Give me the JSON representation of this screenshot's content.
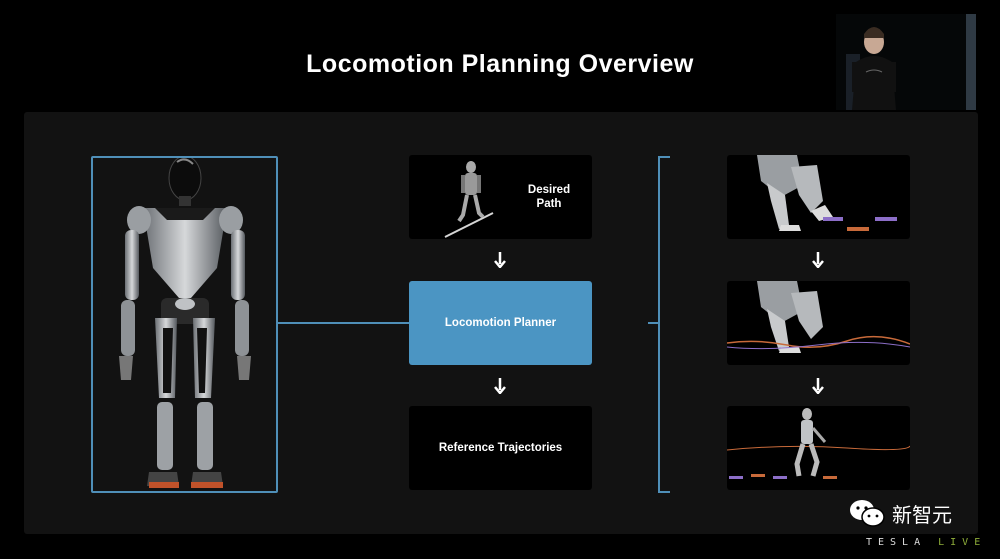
{
  "slide": {
    "title": "Locomotion Planning Overview",
    "desired_path": "Desired\nPath",
    "planner": "Locomotion Planner",
    "reference": "Reference Trajectories"
  },
  "colors": {
    "accent_blue": "#4f8fb8",
    "planner_fill": "#4b95c3",
    "background": "#000000",
    "slide_bg": "#121212"
  },
  "watermark": {
    "text": "新智元",
    "icon": "wechat-icon"
  },
  "broadcast": {
    "brand": "TESLA",
    "live": "LIVE"
  }
}
